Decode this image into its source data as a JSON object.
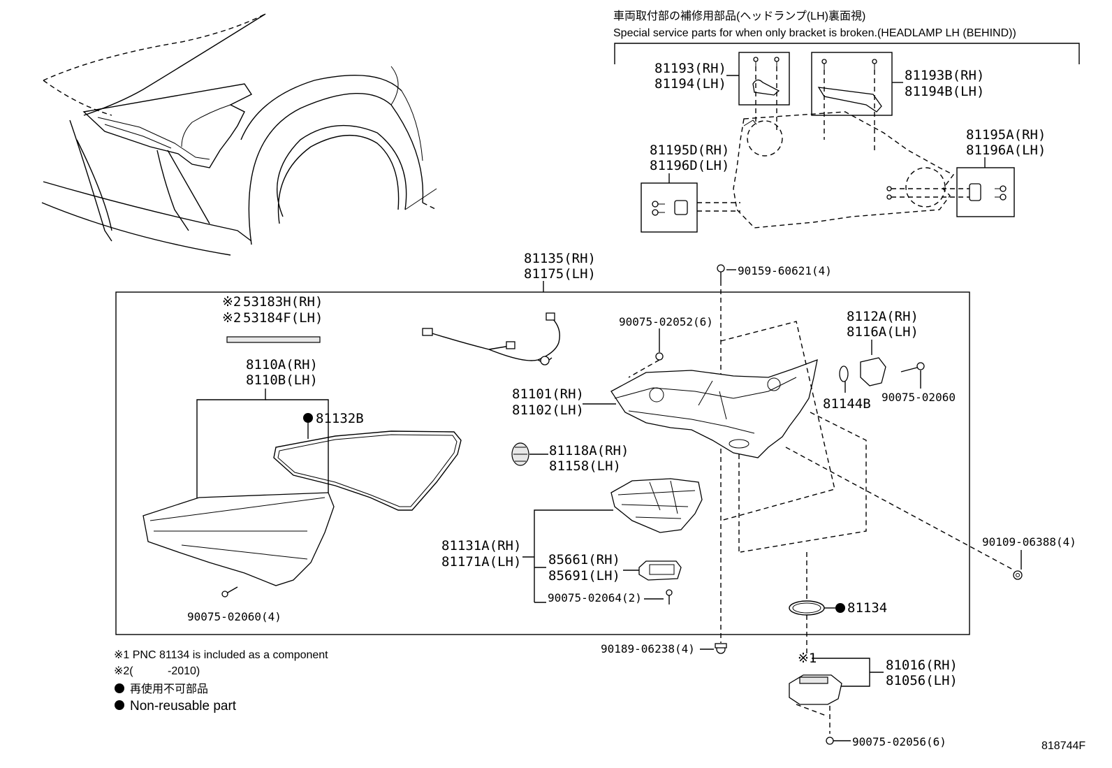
{
  "header": {
    "title_jp": "車両取付部の補修用部品(ヘッドランプ(LH)裏面視)",
    "title_en": "Special service parts for when only bracket is broken.(HEADLAMP LH (BEHIND))"
  },
  "parts": {
    "p81193": "81193(RH)",
    "p81194": "81194(LH)",
    "p81193B": "81193B(RH)",
    "p81194B": "81194B(LH)",
    "p81195D": "81195D(RH)",
    "p81196D": "81196D(LH)",
    "p81195A": "81195A(RH)",
    "p81196A": "81196A(LH)",
    "p81135": "81135(RH)",
    "p81175": "81175(LH)",
    "p90159": "90159-60621(4)",
    "p53183H": "53183H(RH)",
    "p53184F": "53184F(LH)",
    "mark2a": "※2",
    "mark2b": "※2",
    "p90075_02052": "90075-02052(6)",
    "p8112A": "8112A(RH)",
    "p8116A": "8116A(LH)",
    "p8110A": "8110A(RH)",
    "p8110B": "8110B(LH)",
    "p81101": "81101(RH)",
    "p81102": "81102(LH)",
    "p81144B": "81144B",
    "p90075_02060": "90075-02060",
    "p81132B": "81132B",
    "p81118A": "81118A(RH)",
    "p81158": "81158(LH)",
    "p81131A": "81131A(RH)",
    "p81171A": "81171A(LH)",
    "p85661": "85661(RH)",
    "p85691": "85691(LH)",
    "p90075_02064": "90075-02064(2)",
    "p90109": "90109-06388(4)",
    "p90075_02060_4": "90075-02060(4)",
    "p81134": "81134",
    "p90189": "90189-06238(4)",
    "mark1": "※1",
    "p81016": "81016(RH)",
    "p81056": "81056(LH)",
    "p90075_02056": "90075-02056(6)"
  },
  "notes": {
    "n1": "※1 PNC 81134 is included as a component",
    "n2_mark": "※2(",
    "n2_year": "-2010)",
    "legend_jp": "再使用不可部品",
    "legend_en": "Non-reusable part"
  },
  "figure_id": "818744F"
}
